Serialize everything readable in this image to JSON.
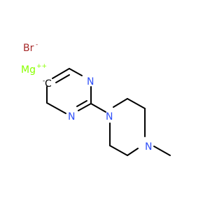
{
  "molecule": {
    "atoms": {
      "bromine": {
        "symbol": "Br",
        "charge": "-",
        "color": "#A62929"
      },
      "magnesium": {
        "symbol": "Mg",
        "charge": "++",
        "color": "#8AFF00"
      },
      "carbanion": {
        "symbol": "C",
        "charge": "-",
        "color": "#000000"
      },
      "ring_n_top": {
        "symbol": "N",
        "color": "#3050F8"
      },
      "ring_n_bottom": {
        "symbol": "N",
        "color": "#3050F8"
      },
      "piperazine_n_left": {
        "symbol": "N",
        "color": "#3050F8"
      },
      "piperazine_n_right": {
        "symbol": "N",
        "color": "#3050F8"
      }
    },
    "bond_color": "#000000"
  }
}
